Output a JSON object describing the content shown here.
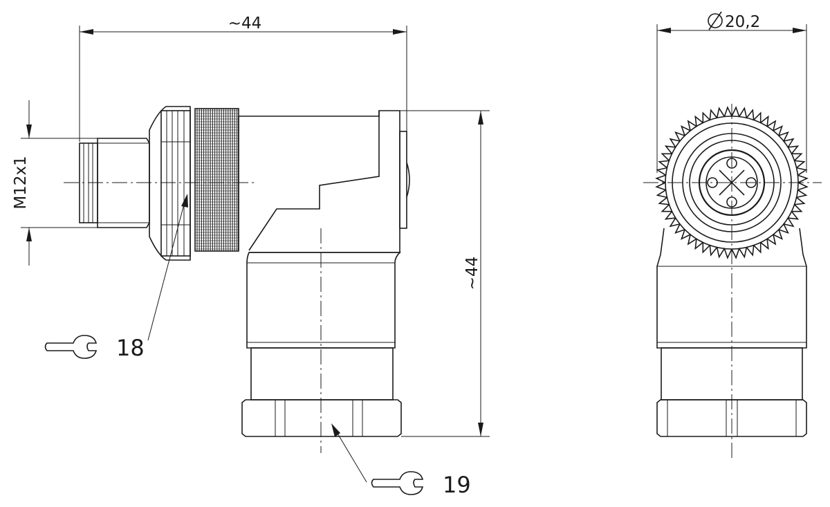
{
  "drawing": {
    "dimensions": {
      "overall_width": "~44",
      "overall_height": "~44",
      "diameter": "20,2",
      "thread": "M12x1"
    },
    "callouts": [
      {
        "number": "18",
        "icon": "wrench-icon"
      },
      {
        "number": "19",
        "icon": "wrench-icon"
      }
    ],
    "icons": {
      "diameter_symbol": "diameter-icon"
    }
  }
}
